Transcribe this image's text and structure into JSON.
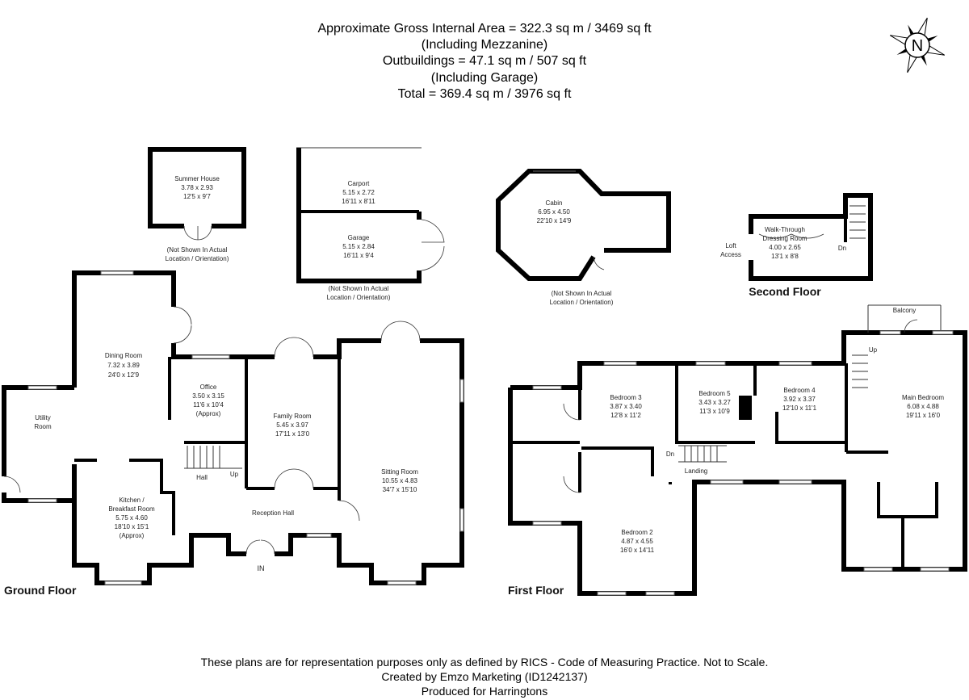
{
  "header": {
    "lines": [
      "Approximate Gross Internal Area = 322.3 sq m / 3469 sq ft",
      "(Including Mezzanine)",
      "Outbuildings = 47.1 sq m / 507 sq ft",
      "(Including Garage)",
      "Total = 369.4 sq m / 3976 sq ft"
    ]
  },
  "compass": {
    "label": "N",
    "icon": "north-compass-icon"
  },
  "outbuildings": {
    "summer_house": {
      "name": "Summer House",
      "metric": "3.78 x 2.93",
      "imperial": "12'5 x 9'7"
    },
    "carport": {
      "name": "Carport",
      "metric": "5.15 x 2.72",
      "imperial": "16'11 x 8'11"
    },
    "garage": {
      "name": "Garage",
      "metric": "5.15 x 2.84",
      "imperial": "16'11 x 9'4"
    },
    "cabin": {
      "name": "Cabin",
      "metric": "6.95 x 4.50",
      "imperial": "22'10 x 14'9"
    },
    "note_line1": "(Not Shown In Actual",
    "note_line2": "Location / Orientation)"
  },
  "second_floor": {
    "title": "Second Floor",
    "room": {
      "name1": "Walk-Through",
      "name2": "Dressing Room",
      "metric": "4.00 x 2.65",
      "imperial": "13'1 x 8'8"
    },
    "loft1": "Loft",
    "loft2": "Access",
    "dn": "Dn"
  },
  "ground_floor": {
    "title": "Ground Floor",
    "dining": {
      "name": "Dining Room",
      "metric": "7.32 x 3.89",
      "imperial": "24'0 x 12'9"
    },
    "office": {
      "name": "Office",
      "metric": "3.50 x 3.15",
      "imperial": "11'6 x 10'4",
      "note": "(Approx)"
    },
    "family": {
      "name": "Family Room",
      "metric": "5.45 x 3.97",
      "imperial": "17'11 x 13'0"
    },
    "sitting": {
      "name": "Sitting Room",
      "metric": "10.55 x 4.83",
      "imperial": "34'7 x 15'10"
    },
    "utility": {
      "name1": "Utility",
      "name2": "Room"
    },
    "kitchen": {
      "name1": "Kitchen /",
      "name2": "Breakfast Room",
      "metric": "5.75 x 4.60",
      "imperial": "18'10 x 15'1",
      "note": "(Approx)"
    },
    "hall": "Hall",
    "up": "Up",
    "reception": "Reception Hall",
    "entrance": "IN"
  },
  "first_floor": {
    "title": "First Floor",
    "bed3": {
      "name": "Bedroom 3",
      "metric": "3.87 x 3.40",
      "imperial": "12'8 x 11'2"
    },
    "bed5": {
      "name": "Bedroom 5",
      "metric": "3.43 x 3.27",
      "imperial": "11'3 x 10'9"
    },
    "bed4": {
      "name": "Bedroom 4",
      "metric": "3.92 x 3.37",
      "imperial": "12'10 x 11'1"
    },
    "main": {
      "name": "Main Bedroom",
      "metric": "6.08 x 4.88",
      "imperial": "19'11 x 16'0"
    },
    "bed2": {
      "name": "Bedroom 2",
      "metric": "4.87 x 4.55",
      "imperial": "16'0 x 14'11"
    },
    "balcony": "Balcony",
    "up": "Up",
    "dn": "Dn",
    "landing": "Landing"
  },
  "footer": {
    "lines": [
      "These plans are for representation purposes only as defined by RICS - Code of Measuring Practice. Not to Scale.",
      "Created by Emzo Marketing (ID1242137)",
      "Produced for Harringtons"
    ]
  }
}
